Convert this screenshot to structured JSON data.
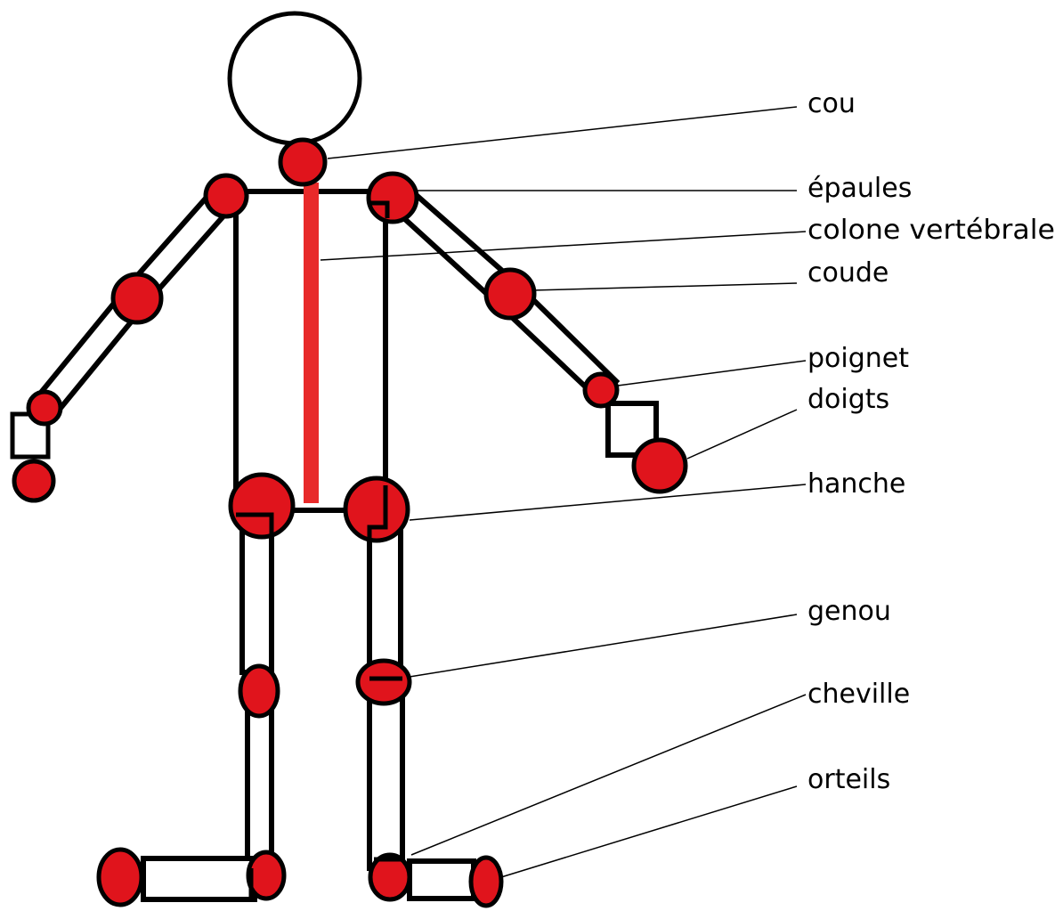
{
  "labels": {
    "cou": "cou",
    "epaules": "épaules",
    "colonne": "colone vertébrale",
    "coude": "coude",
    "poignet": "poignet",
    "doigts": "doigts",
    "hanche": "hanche",
    "genou": "genou",
    "cheville": "cheville",
    "orteils": "orteils"
  },
  "colors": {
    "joint": "#e0141c",
    "outline": "#000000",
    "spine": "#e82a2a",
    "background": "#ffffff"
  }
}
